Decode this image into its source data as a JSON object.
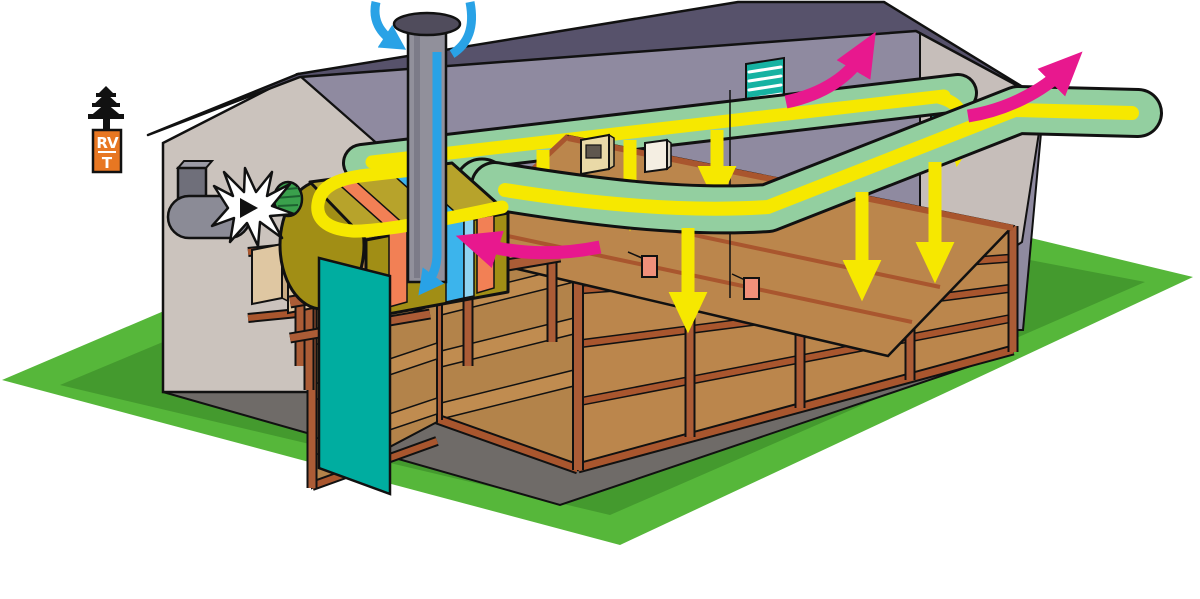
{
  "title": "Drying barn heating and ventilation cutaway diagram",
  "logo": {
    "line1": "RV",
    "line2": "T"
  },
  "palette": {
    "grass_light": "#56b73a",
    "grass_dark": "#449a2e",
    "floor_gray": "#6f6b68",
    "wall_left": "#cbc3bd",
    "wall_back": "#8f8aa0",
    "wall_right": "#c6beba",
    "roof_slate": "#57526b",
    "rack_wood": "#bb864c",
    "rack_wood_dark": "#b3834a",
    "rack_slab": "#c08c50",
    "rail_red": "#a9562e",
    "post_red": "#ab5c36",
    "duct_green": "#93cfa0",
    "flow_yellow": "#f6e800",
    "heater_top": "#b7a32b",
    "heater_front": "#a18e15",
    "stripe_orange": "#f28055",
    "stripe_blue": "#3cb4ec",
    "stripe_blue_light": "#8fd4f2",
    "door_teal": "#00ada0",
    "grille_teal": "#16b2a2",
    "arrow_pink": "#e8188e",
    "arrow_blue": "#29a2e6",
    "pipe_gray": "#91909b",
    "pipe_cap": "#504c5c",
    "burner_gray": "#8b8b96",
    "sensor_salmon": "#f0907a",
    "box_beige": "#e9d9a7",
    "box_white": "#f4eee2",
    "panel_tan": "#dfc7a2",
    "logo_orange": "#e87722",
    "outline": "#111111"
  },
  "parts": {
    "grass": "grass plot",
    "floor": "concrete floor slab",
    "left_wall": "left gable wall",
    "back_wall": "back wall",
    "right_wall": "right gable wall",
    "roof": "roof",
    "exhaust_grilles": "wall exhaust louvres",
    "back_duct": "rear heated-air duct",
    "front_duct": "front heated-air duct",
    "heater": "air heater unit",
    "burner": "oil burner",
    "flame": "burner flame burst",
    "chimney": "fresh-air intake pipe",
    "fresh_air": "fresh air intake arrows",
    "heated_air": "heated air distribution arrows",
    "exhaust_air": "moist exhaust air arrows",
    "recirculation": "return air arrow",
    "racks": "drying racks",
    "door": "sliding door",
    "sensors": "humidity sensors",
    "controls": "control boxes",
    "logo": "RVT company logo"
  }
}
